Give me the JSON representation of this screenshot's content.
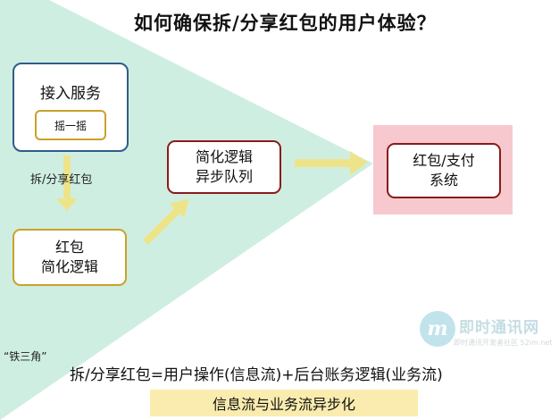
{
  "title": "如何确保拆/分享红包的用户体验？",
  "nodes": {
    "access_service": "接入服务",
    "shake": "摇一摇",
    "simplify_line1": "红包",
    "simplify_line2": "简化逻辑",
    "queue_line1": "简化逻辑",
    "queue_line2": "异步队列",
    "pay_line1": "红包/支付",
    "pay_line2": "系统"
  },
  "edge_label": "拆/分享红包",
  "triangle_label": "“铁三角”",
  "formula": "拆/分享红包=用户操作(信息流)+后台账务逻辑(业务流)",
  "conclusion": "信息流与业务流异步化",
  "watermark": {
    "logo_letter": "m",
    "name": "即时通讯网",
    "sub": "即时通讯开发者社区 52im.net"
  },
  "colors": {
    "triangle": "#cfeee2",
    "arrow": "#ede48a",
    "dark_red": "#8b1a1a",
    "gold": "#c9a227",
    "navy": "#2f5d8a",
    "pink_highlight": "#f7c9cf",
    "bottom_bar": "#f9ecae"
  }
}
